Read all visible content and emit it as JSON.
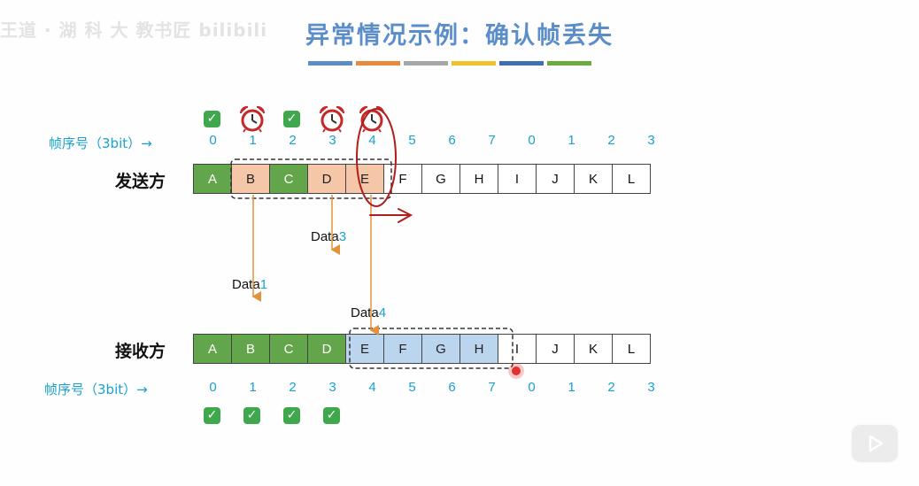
{
  "title": "异常情况示例：确认帧丢失",
  "watermark": "王道 · 湖 科 大 教书匠 bilibili",
  "color_bar": [
    "#5b8ec9",
    "#e8893f",
    "#a7a7a7",
    "#f2c12e",
    "#3f6fb5",
    "#6daa3f"
  ],
  "sender": {
    "seq_label": "帧序号（3bit）→",
    "row_label": "发送方",
    "seq_numbers": [
      "0",
      "1",
      "2",
      "3",
      "4",
      "5",
      "6",
      "7",
      "0",
      "1",
      "2",
      "3"
    ],
    "frames": [
      {
        "label": "A",
        "state": "green"
      },
      {
        "label": "B",
        "state": "salmon"
      },
      {
        "label": "C",
        "state": "green"
      },
      {
        "label": "D",
        "state": "salmon"
      },
      {
        "label": "E",
        "state": "salmon"
      },
      {
        "label": "F",
        "state": "white"
      },
      {
        "label": "G",
        "state": "white"
      },
      {
        "label": "H",
        "state": "white"
      },
      {
        "label": "I",
        "state": "white"
      },
      {
        "label": "J",
        "state": "white"
      },
      {
        "label": "K",
        "state": "white"
      },
      {
        "label": "L",
        "state": "white"
      }
    ],
    "status_icons": [
      "check-icon",
      "alarm-clock-icon",
      "check-icon",
      "alarm-clock-icon",
      "alarm-clock-icon"
    ]
  },
  "receiver": {
    "seq_label": "帧序号（3bit）→",
    "row_label": "接收方",
    "seq_numbers": [
      "0",
      "1",
      "2",
      "3",
      "4",
      "5",
      "6",
      "7",
      "0",
      "1",
      "2",
      "3"
    ],
    "frames": [
      {
        "label": "A",
        "state": "green"
      },
      {
        "label": "B",
        "state": "green"
      },
      {
        "label": "C",
        "state": "green"
      },
      {
        "label": "D",
        "state": "green"
      },
      {
        "label": "E",
        "state": "blue"
      },
      {
        "label": "F",
        "state": "blue"
      },
      {
        "label": "G",
        "state": "blue"
      },
      {
        "label": "H",
        "state": "blue"
      },
      {
        "label": "I",
        "state": "white"
      },
      {
        "label": "J",
        "state": "white"
      },
      {
        "label": "K",
        "state": "white"
      },
      {
        "label": "L",
        "state": "white"
      }
    ],
    "status_icons": [
      "check-icon",
      "check-icon",
      "check-icon",
      "check-icon"
    ]
  },
  "data_labels": {
    "data1": {
      "text": "Data",
      "num": "1"
    },
    "data3": {
      "text": "Data",
      "num": "3"
    },
    "data4": {
      "text": "Data",
      "num": "4"
    }
  },
  "play_icon": "play-icon",
  "colors": {
    "accent": "#1aa1cf",
    "green": "#63a54b",
    "salmon": "#f6c6a8",
    "blue": "#bcd5ee",
    "arrow": "#e0933a",
    "annotation": "#b11c1c"
  }
}
